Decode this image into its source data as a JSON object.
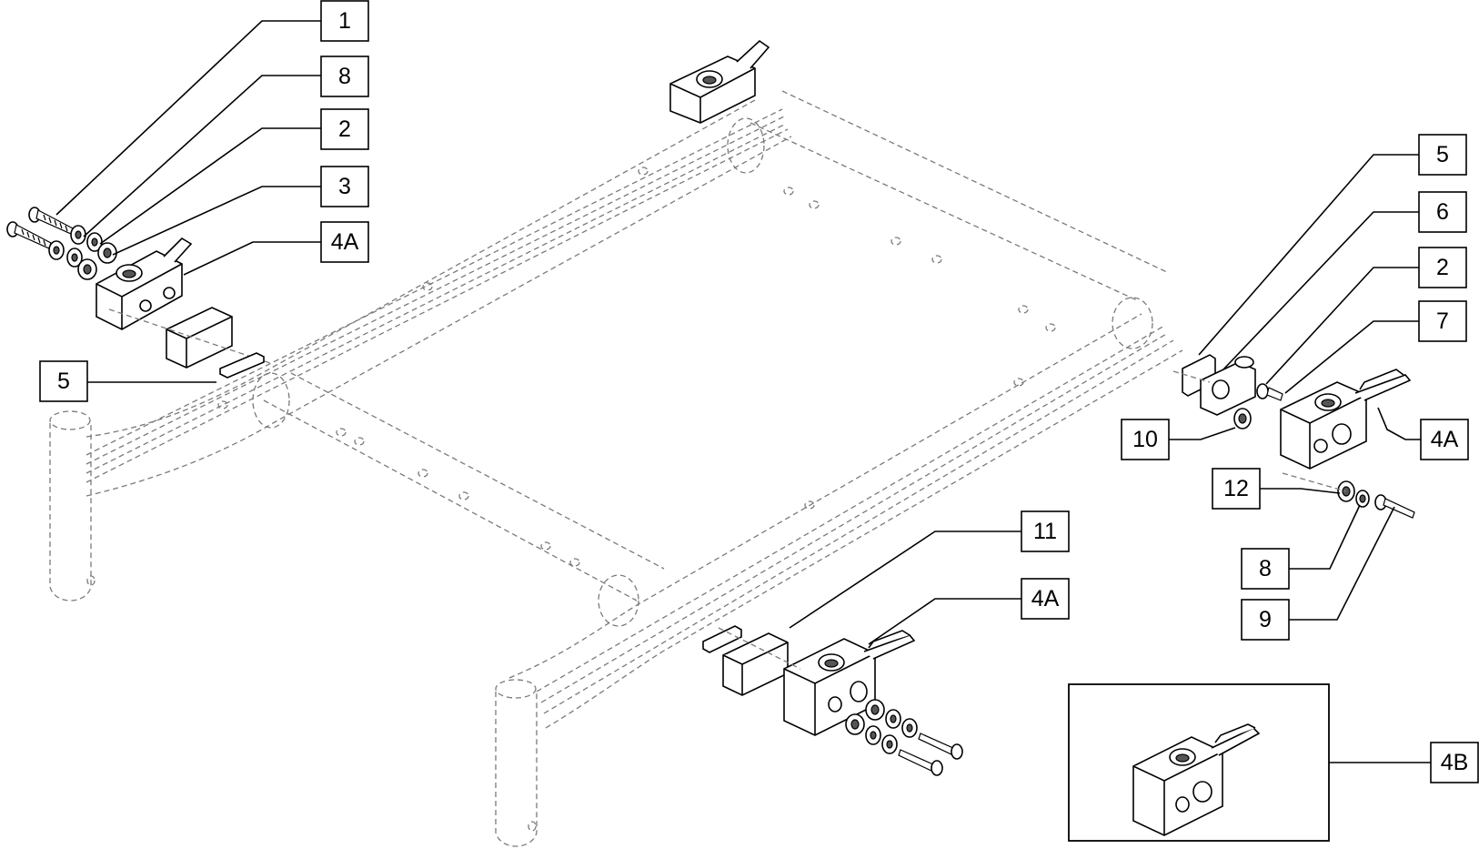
{
  "callouts": {
    "c1": "1",
    "c8a": "8",
    "c2a": "2",
    "c3": "3",
    "c4a_left": "4A",
    "c5_left": "5",
    "c5_right": "5",
    "c6": "6",
    "c2b": "2",
    "c7": "7",
    "c4a_right": "4A",
    "c10": "10",
    "c12": "12",
    "c8b": "8",
    "c9": "9",
    "c11": "11",
    "c4a_bottom": "4A",
    "c4b": "4B"
  }
}
